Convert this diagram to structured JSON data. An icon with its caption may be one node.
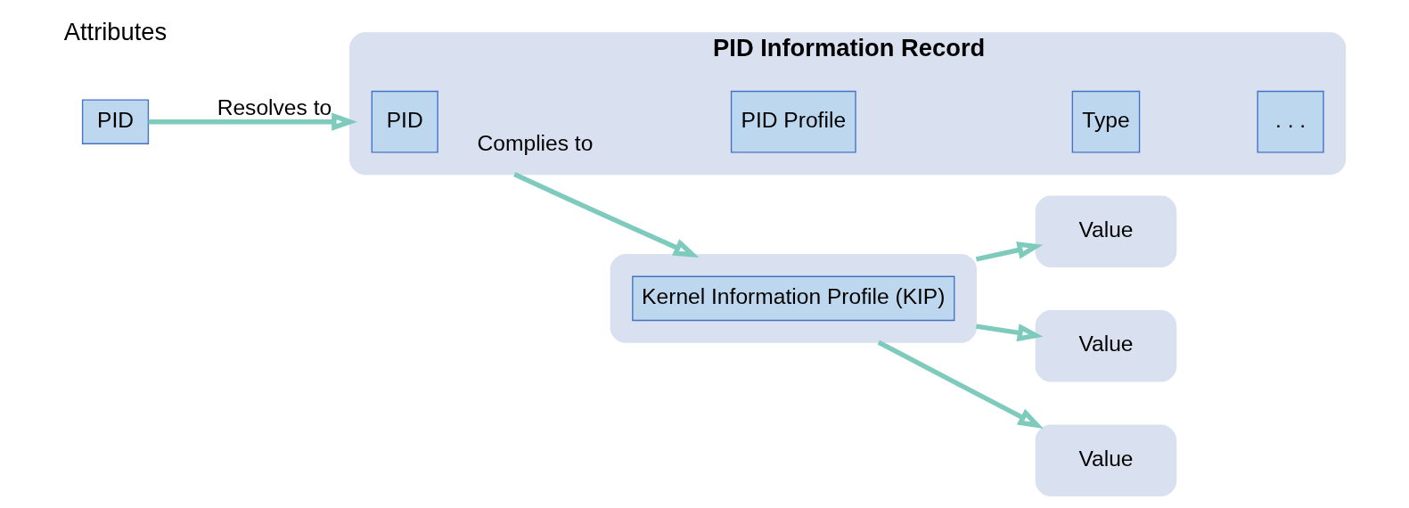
{
  "diagram": {
    "nodes": [
      {
        "text": [
          "PID"
        ]
      },
      {
        "text": [
          "PID Information Record"
        ]
      },
      {
        "text": [
          "PID"
        ],
        "in": 1
      },
      {
        "text": [
          "PID Profile"
        ],
        "in": 1
      },
      {
        "text": [
          "Type"
        ],
        "in": 1
      },
      {
        "text": [
          ". . ."
        ],
        "in": 1
      },
      {
        "text": [],
        "shape": "box"
      },
      {
        "text": [
          "Kernel Information Profile (KIP)"
        ],
        "in": 6
      },
      {
        "text": [
          "Value"
        ]
      },
      {
        "text": [
          "Value"
        ]
      },
      {
        "text": [
          "Value"
        ]
      }
    ],
    "edges": [
      {
        "from": 0,
        "to": 1,
        "arrow": "to",
        "label": "Resolves to"
      },
      {
        "from": 1,
        "to": 6,
        "arrow": "to",
        "label": "Complies to"
      },
      {
        "from": 6,
        "to": 8,
        "arrow": "to"
      },
      {
        "from": 6,
        "to": 9,
        "arrow": "to"
      },
      {
        "from": 6,
        "to": 10,
        "arrow": "to"
      }
    ],
    "labels": [
      "Attributes"
    ]
  }
}
